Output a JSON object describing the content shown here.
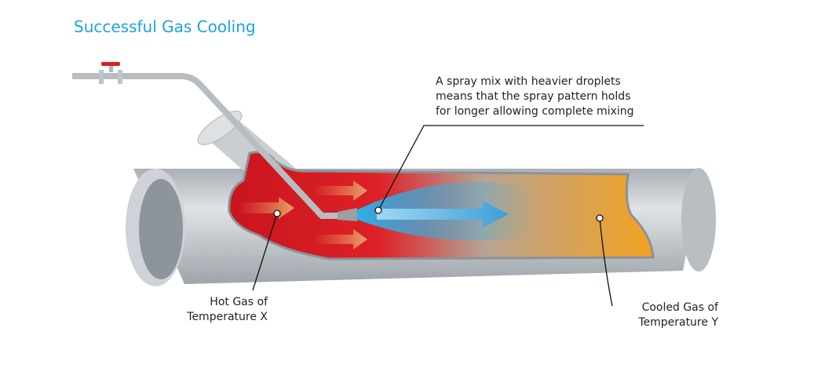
{
  "title": "Successful Gas Cooling",
  "labels": {
    "spray": [
      "A spray mix with heavier droplets",
      "means that the spray pattern holds",
      "for longer allowing complete mixing"
    ],
    "hot_gas": [
      "Hot Gas of",
      "Temperature X"
    ],
    "cooled_gas": [
      "Cooled Gas of",
      "Temperature Y"
    ]
  },
  "colors": {
    "title": "#1ba3e1",
    "hot": "#d81e25",
    "cooled": "#f2a327",
    "spray": "#2fb6ec",
    "pipe": "#c5cacf",
    "valve": "#d71f27"
  }
}
